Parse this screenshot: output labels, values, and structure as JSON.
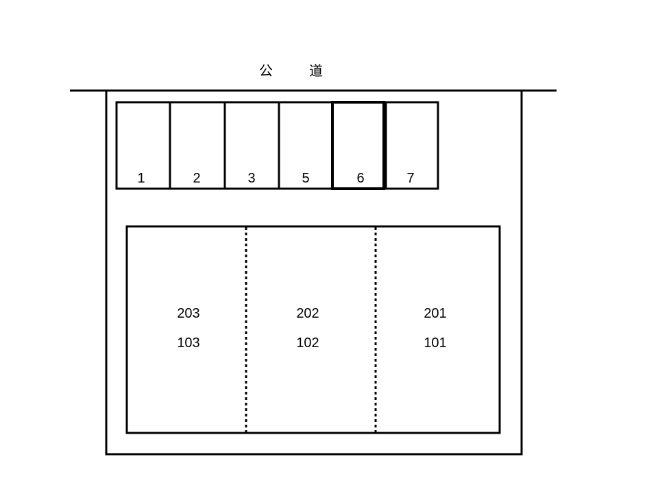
{
  "road": {
    "char1": "公",
    "char2": "道"
  },
  "parking": {
    "slots": [
      "1",
      "2",
      "3",
      "5",
      "6",
      "7"
    ]
  },
  "building": {
    "units": [
      {
        "upper": "203",
        "lower": "103"
      },
      {
        "upper": "202",
        "lower": "102"
      },
      {
        "upper": "201",
        "lower": "101"
      }
    ]
  },
  "colors": {
    "line": "#000000",
    "background": "#ffffff"
  }
}
